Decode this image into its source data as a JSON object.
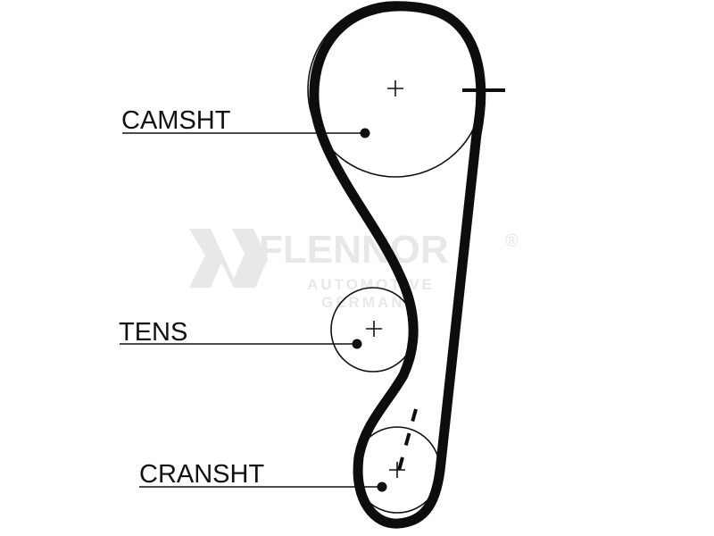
{
  "labels": {
    "camshaft": "CAMSHT",
    "tensioner": "TENS",
    "crankshaft": "CRANSHT"
  },
  "watermark": {
    "brand": "FLENNOR",
    "registered": "®",
    "line1": "AUTOMOTIVE",
    "line2": "GERMANY"
  },
  "colors": {
    "ink": "#111111",
    "watermark": "#dcdcdc"
  }
}
